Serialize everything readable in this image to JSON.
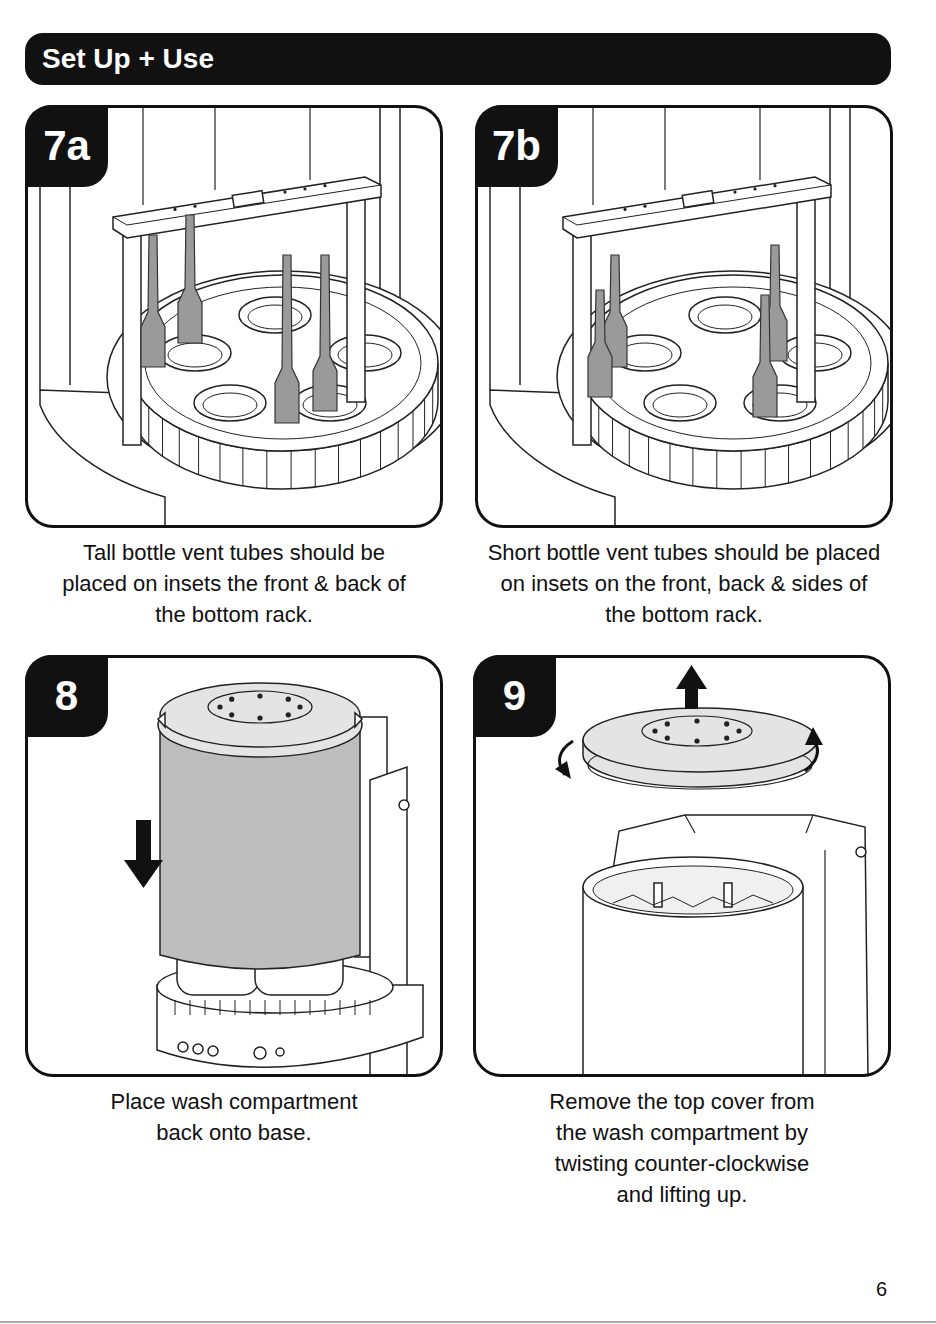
{
  "diagram": {
    "title": "Set Up + Use",
    "nodes": [
      {
        "text": [
          "Tall bottle vent tubes should be placed on insets the front & back of the bottom rack."
        ]
      },
      {
        "text": [
          "7a"
        ],
        "in": 0
      },
      {
        "text": [
          "Short bottle vent tubes should be placed on insets on the front, back & sides of the bottom rack."
        ]
      },
      {
        "text": [
          "7b"
        ],
        "in": 2
      },
      {
        "text": [
          "Place wash compartment back onto base."
        ]
      },
      {
        "text": [
          "8"
        ],
        "in": 4
      },
      {
        "text": [
          "Remove the top cover from the wash compartment by twisting counter-clockwise and lifting up."
        ]
      },
      {
        "text": [
          "9"
        ],
        "in": 6
      }
    ],
    "labels": [
      "6"
    ]
  }
}
